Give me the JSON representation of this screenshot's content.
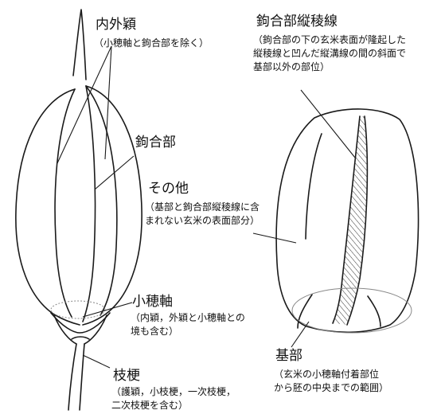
{
  "labels": {
    "hull": {
      "title": "内外穎",
      "note": "（小穂軸と鉤合部を除く）"
    },
    "hook_left": {
      "title": "鉤合部"
    },
    "other": {
      "title": "その他",
      "note_lines": [
        "（基部と鉤合部縦稜線に含",
        "まれない玄米の表面部分）"
      ]
    },
    "rachilla": {
      "title": "小穂軸",
      "note_lines": [
        "（内穎，外穎と小穂軸との",
        "境も含む）"
      ]
    },
    "pedicel": {
      "title": "枝梗",
      "note_lines": [
        "（護穎，小枝梗，一次枝梗，",
        "二次枝梗を含む）"
      ]
    },
    "hook_ridge": {
      "title": "鉤合部縦稜線",
      "note_lines": [
        "（鉤合部の下の玄米表面が隆起した",
        "縦稜線と凹んだ縦溝線の間の斜面で",
        "基部以外の部位）"
      ]
    },
    "base": {
      "title": "基部",
      "note_lines": [
        "（玄米の小穂軸付着部位",
        "から胚の中央までの範囲）"
      ]
    }
  },
  "colors": {
    "line": "#1a1a1a",
    "hatch": "#333333",
    "dotted": "#888888"
  }
}
